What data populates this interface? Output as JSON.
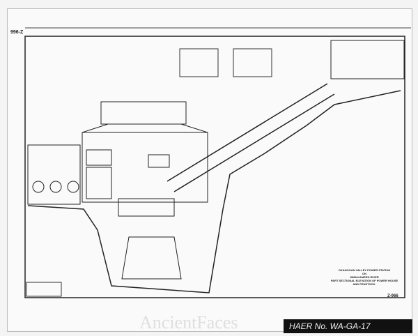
{
  "drawing": {
    "corner_label": "996-Z",
    "title_lines": [
      "OKANOGAN VALLEY POWER STATION",
      "ON",
      "SIMILKAMEEN RIVER",
      "PART SECTIONAL ELEVATION OF POWER HOUSE",
      "AND PENSTOCK."
    ],
    "sheet_number": "Z-966"
  },
  "stamp": {
    "label": "HAER No. WA-GA-17"
  },
  "watermark": "AncientFaces"
}
